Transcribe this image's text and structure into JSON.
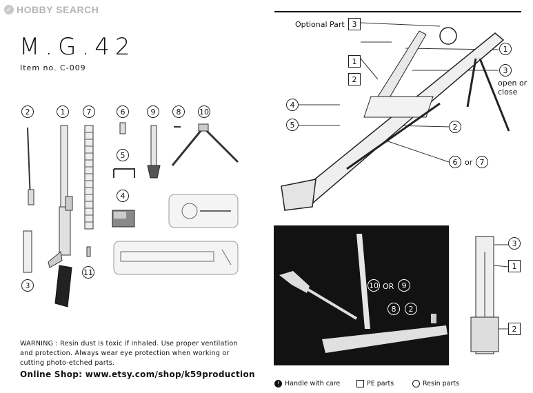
{
  "brand": {
    "logo_text": "HOBBY SEARCH"
  },
  "header": {
    "title": "M.G.42",
    "item_no": "Item no. C-009"
  },
  "parts_labels": {
    "p2": "2",
    "p1": "1",
    "p7": "7",
    "p6": "6",
    "p9": "9",
    "p8": "8",
    "p10": "10",
    "p5": "5",
    "p4": "4",
    "p3": "3",
    "p11": "11"
  },
  "warning_text": "WARNING : Resin dust is toxic if inhaled. Use proper ventilation and protection. Always wear eye protection when working or cutting photo-etched parts.",
  "online_shop": "Online Shop: www.etsy.com/shop/k59production",
  "assembly": {
    "optional_part_label": "Optional Part",
    "optional_part_num": "3",
    "callouts": {
      "c1a": "1",
      "c1b": "1",
      "c2a": "2",
      "c2b": "2",
      "c3": "3",
      "c4": "4",
      "c5": "5",
      "c6": "6",
      "c7": "7"
    },
    "open_close_text": "open or close",
    "or_text": "or"
  },
  "photo": {
    "label10": "10",
    "or_text": "OR",
    "label9": "9",
    "label8": "8",
    "label2": "2"
  },
  "detail": {
    "d3": "3",
    "d1": "1",
    "d2": "2"
  },
  "legend": {
    "handle_icon": "!",
    "handle_text": "Handle with care",
    "pe_text": "PE parts",
    "resin_text": "Resin parts"
  }
}
